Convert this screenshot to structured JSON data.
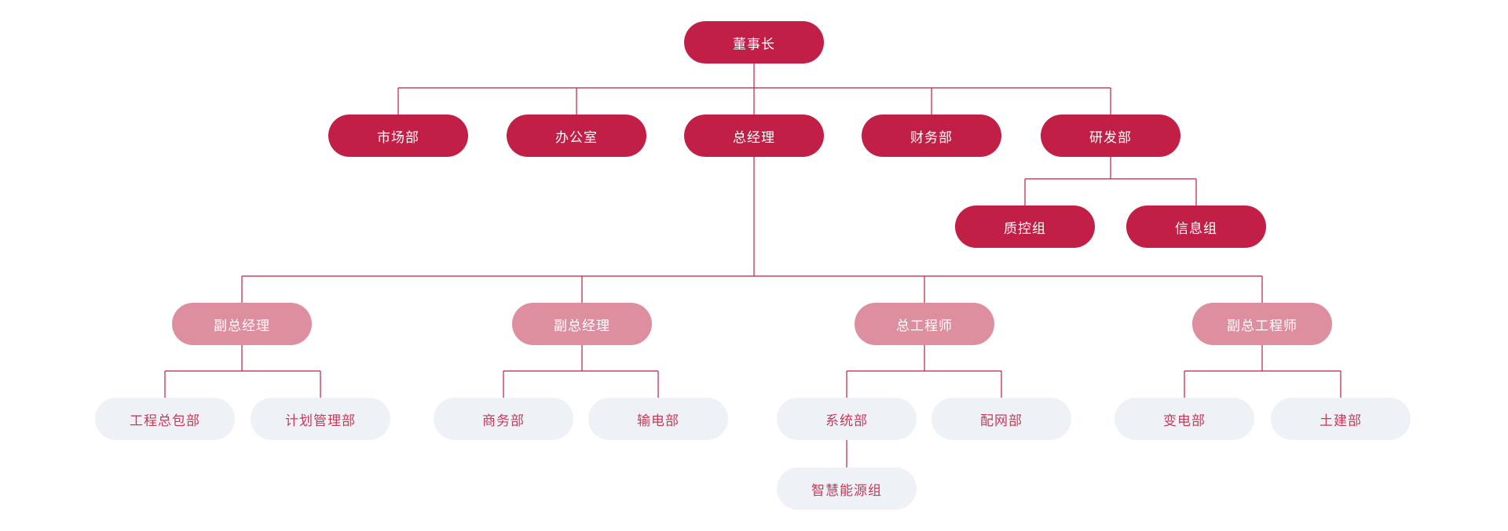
{
  "diagram": {
    "type": "org-chart",
    "background": "#ffffff",
    "colors": {
      "primary_fill": "#c11f45",
      "secondary_fill": "#dd8fa0",
      "tertiary_fill": "#eef2f7",
      "tertiary_text": "#c53b58",
      "text_on_fill": "#ffffff",
      "connector_line": "#c11f45"
    },
    "nodes": [
      {
        "id": "chairman",
        "label": "董事长",
        "level": "primary",
        "parent": null
      },
      {
        "id": "marketing",
        "label": "市场部",
        "level": "primary",
        "parent": "chairman"
      },
      {
        "id": "office",
        "label": "办公室",
        "level": "primary",
        "parent": "chairman"
      },
      {
        "id": "general-manager",
        "label": "总经理",
        "level": "primary",
        "parent": "chairman"
      },
      {
        "id": "finance",
        "label": "财务部",
        "level": "primary",
        "parent": "chairman"
      },
      {
        "id": "rd",
        "label": "研发部",
        "level": "primary",
        "parent": "chairman"
      },
      {
        "id": "qc-group",
        "label": "质控组",
        "level": "primary",
        "parent": "rd"
      },
      {
        "id": "info-group",
        "label": "信息组",
        "level": "primary",
        "parent": "rd"
      },
      {
        "id": "deputy-gm-1",
        "label": "副总经理",
        "level": "secondary",
        "parent": "general-manager"
      },
      {
        "id": "deputy-gm-2",
        "label": "副总经理",
        "level": "secondary",
        "parent": "general-manager"
      },
      {
        "id": "chief-engineer",
        "label": "总工程师",
        "level": "secondary",
        "parent": "general-manager"
      },
      {
        "id": "deputy-chief-engineer",
        "label": "副总工程师",
        "level": "secondary",
        "parent": "general-manager"
      },
      {
        "id": "epc",
        "label": "工程总包部",
        "level": "tertiary",
        "parent": "deputy-gm-1"
      },
      {
        "id": "planning",
        "label": "计划管理部",
        "level": "tertiary",
        "parent": "deputy-gm-1"
      },
      {
        "id": "business",
        "label": "商务部",
        "level": "tertiary",
        "parent": "deputy-gm-2"
      },
      {
        "id": "transmission",
        "label": "输电部",
        "level": "tertiary",
        "parent": "deputy-gm-2"
      },
      {
        "id": "system",
        "label": "系统部",
        "level": "tertiary",
        "parent": "chief-engineer"
      },
      {
        "id": "distribution",
        "label": "配网部",
        "level": "tertiary",
        "parent": "chief-engineer"
      },
      {
        "id": "substation",
        "label": "变电部",
        "level": "tertiary",
        "parent": "deputy-chief-engineer"
      },
      {
        "id": "civil",
        "label": "土建部",
        "level": "tertiary",
        "parent": "deputy-chief-engineer"
      },
      {
        "id": "smart-energy",
        "label": "智慧能源组",
        "level": "tertiary",
        "parent": "system"
      }
    ]
  }
}
